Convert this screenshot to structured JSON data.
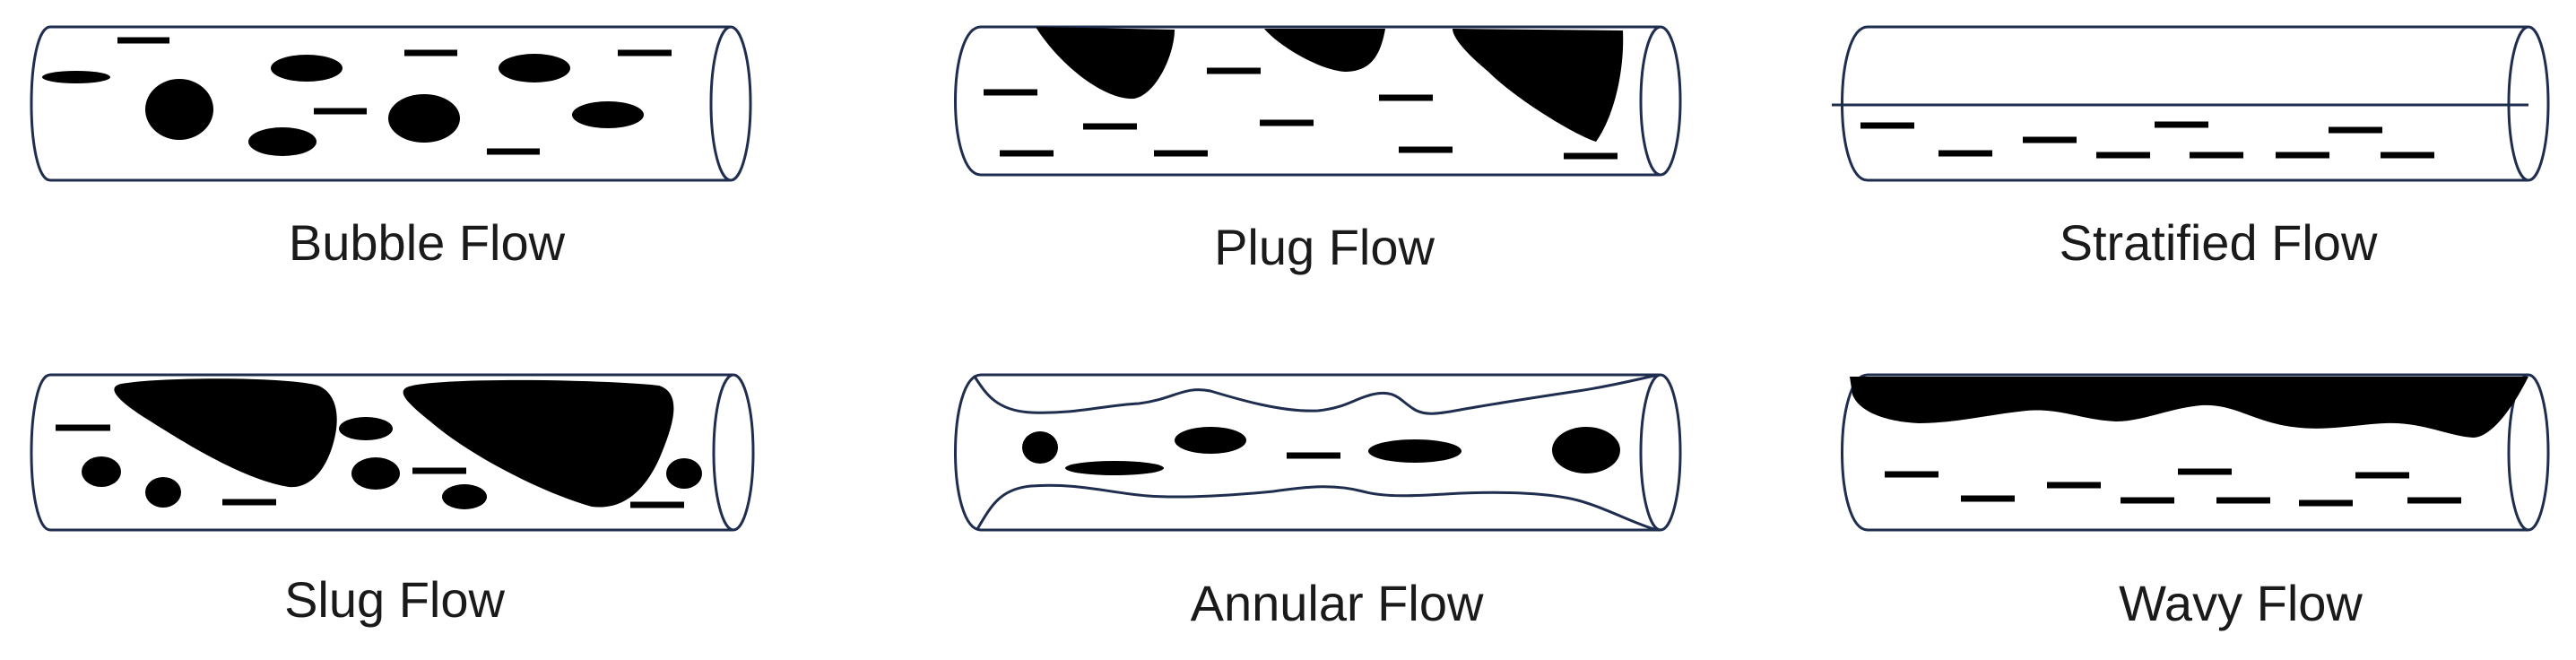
{
  "labels": {
    "bubble": "Bubble Flow",
    "plug": "Plug Flow",
    "stratified": "Stratified Flow",
    "slug": "Slug Flow",
    "annular": "Annular Flow",
    "wavy": "Wavy Flow"
  },
  "colors": {
    "pipe_outline": "#1f2d4f",
    "gas_phase": "#000000",
    "text": "#1a1a1a",
    "background": "#ffffff"
  }
}
